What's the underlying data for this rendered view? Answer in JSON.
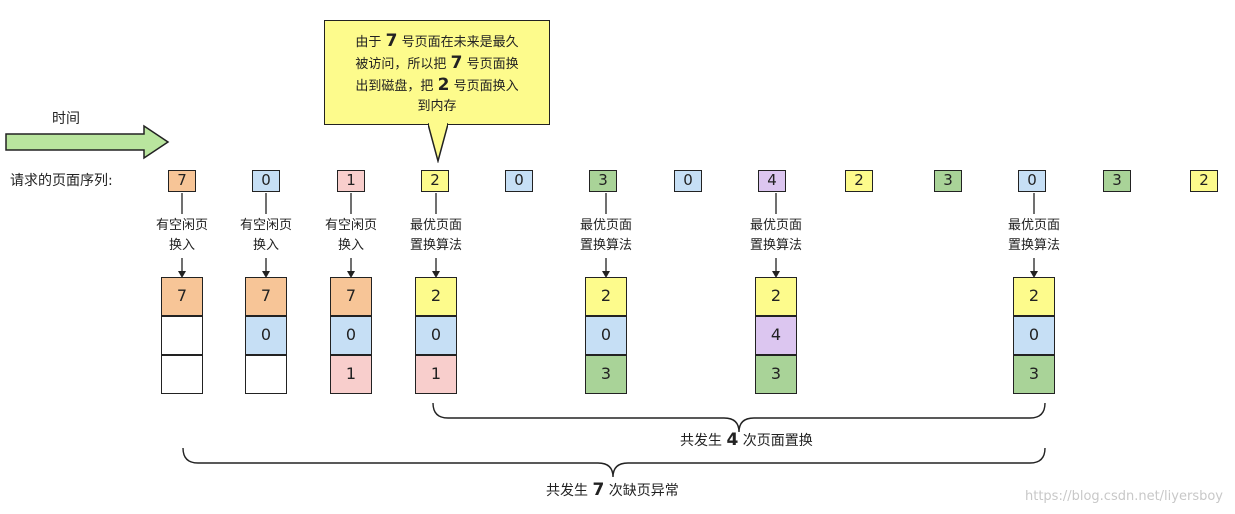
{
  "time_label": "时间",
  "sequence_label": "请求的页面序列:",
  "sequence": [
    "7",
    "0",
    "1",
    "2",
    "0",
    "3",
    "0",
    "4",
    "2",
    "3",
    "0",
    "3",
    "2"
  ],
  "callout": {
    "line1_a": "由于",
    "line1_num": "7",
    "line1_b": "号页面在未来是最久",
    "line2_a": "被访问，所以把",
    "line2_num": "7",
    "line2_b": "号页面换",
    "line3_a": "出到磁盘，把",
    "line3_num": "2",
    "line3_b": "号页面换入",
    "line4": "到内存"
  },
  "steps": [
    {
      "label1": "有空闲页",
      "label2": "换入",
      "frames": [
        "7",
        "",
        ""
      ]
    },
    {
      "label1": "有空闲页",
      "label2": "换入",
      "frames": [
        "7",
        "0",
        ""
      ]
    },
    {
      "label1": "有空闲页",
      "label2": "换入",
      "frames": [
        "7",
        "0",
        "1"
      ]
    },
    {
      "label1": "最优页面",
      "label2": "置换算法",
      "frames": [
        "2",
        "0",
        "1"
      ]
    },
    {
      "label1": "最优页面",
      "label2": "置换算法",
      "frames": [
        "2",
        "0",
        "3"
      ]
    },
    {
      "label1": "最优页面",
      "label2": "置换算法",
      "frames": [
        "2",
        "4",
        "3"
      ]
    },
    {
      "label1": "最优页面",
      "label2": "置换算法",
      "frames": [
        "2",
        "0",
        "3"
      ]
    }
  ],
  "summary_replace": {
    "a": "共发生",
    "num": "4",
    "b": "次页面置换"
  },
  "summary_fault": {
    "a": "共发生",
    "num": "7",
    "b": "次缺页异常"
  },
  "watermark": "https://blog.csdn.net/liyersboy",
  "colors": {
    "7": "#f7c597",
    "0": "#c6dff5",
    "1": "#f8cecc",
    "2": "#fdfb8c",
    "3": "#a9d398",
    "4": "#dcc6f0",
    "empty": "#ffffff",
    "arrow": "#b9e59e"
  }
}
